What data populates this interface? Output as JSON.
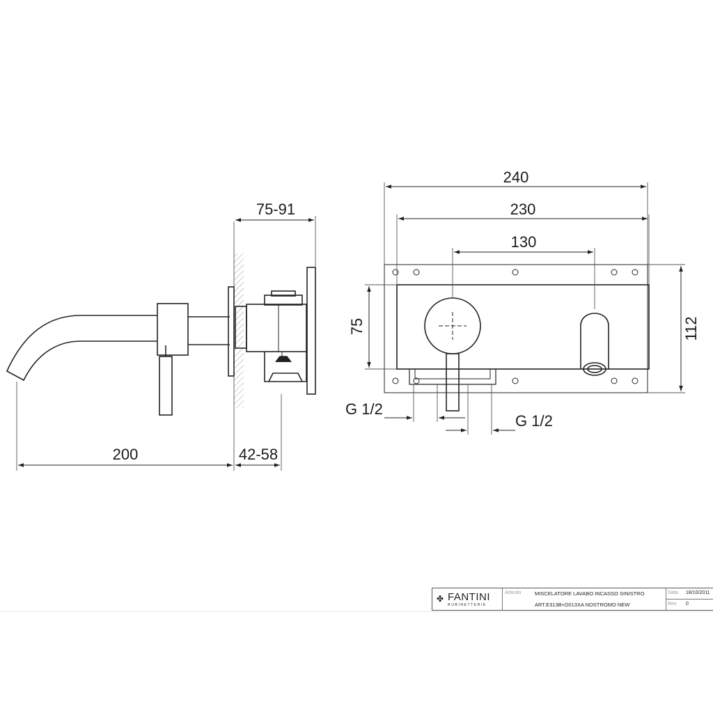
{
  "drawing": {
    "side_view": {
      "dim_depth": "75-91",
      "dim_spout": "200",
      "dim_wall": "42-58"
    },
    "front_view": {
      "dim_total_width": "240",
      "dim_plate_width": "230",
      "dim_axis_distance": "130",
      "dim_inner_height": "75",
      "dim_plate_height": "112",
      "thread_left": "G 1/2",
      "thread_right": "G 1/2"
    }
  },
  "title_block": {
    "logo_mark": "✤",
    "logo_name": "FANTINI",
    "logo_subtitle": "RUBINETTERIE",
    "article_label": "Articolo",
    "description_line1": "MISCELATORE LAVABO INCASSO SINISTRO",
    "description_line2": "ART.E313B+D013XA NOSTROMO NEW",
    "date_label": "Data",
    "date_value": "18/10/2011",
    "rev_label": "Rev",
    "rev_value": "0"
  }
}
